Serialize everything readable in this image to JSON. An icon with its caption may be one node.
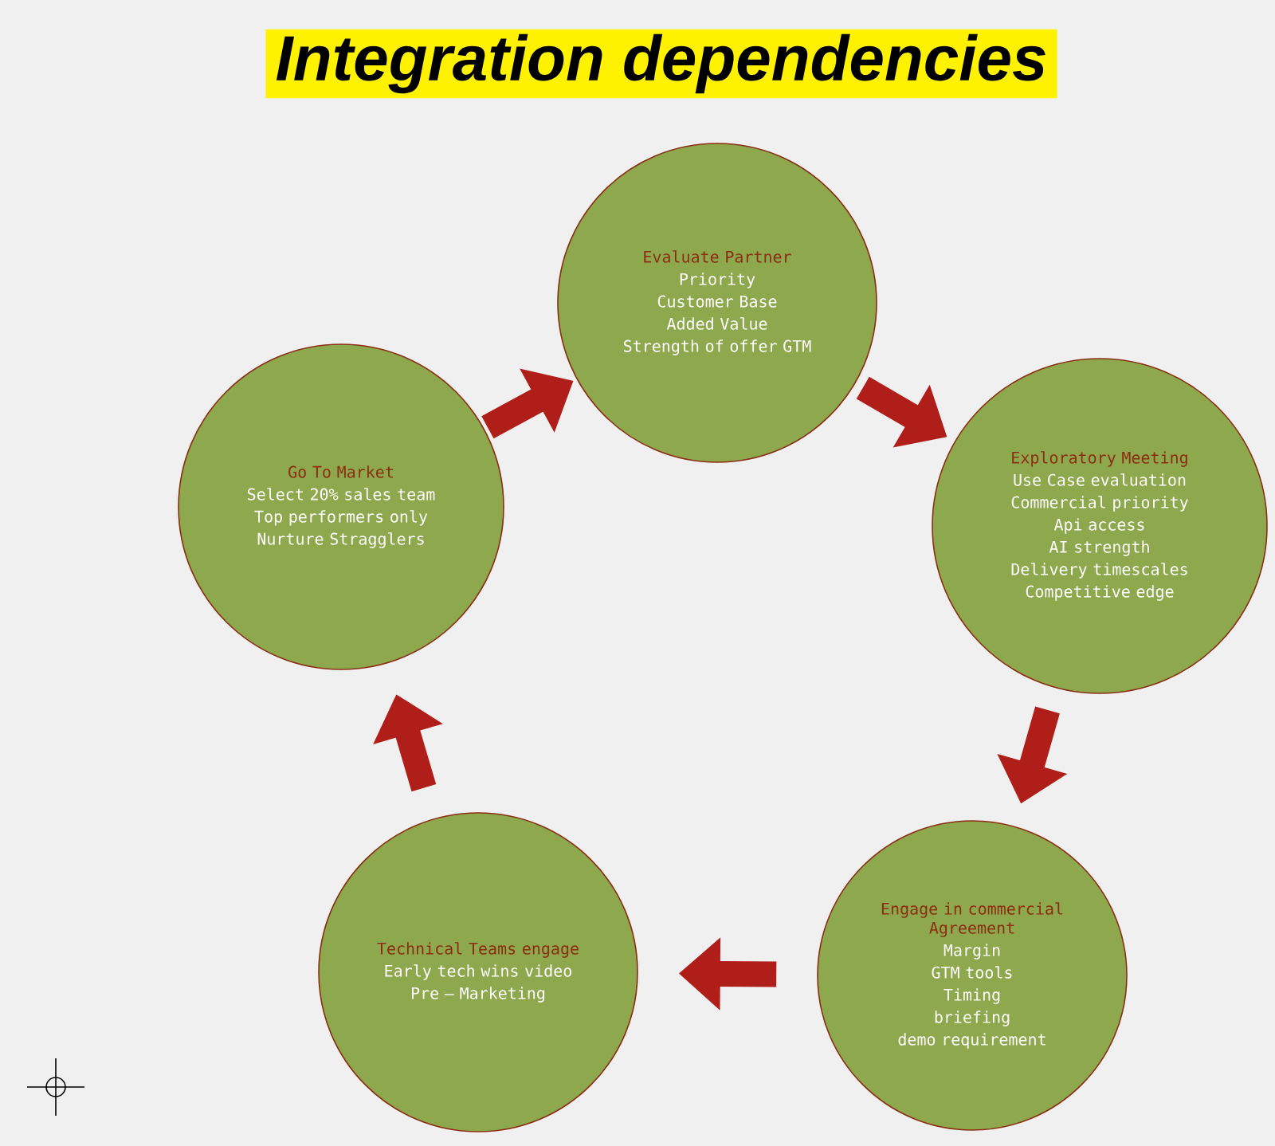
{
  "diagram": {
    "title": "Integration dependencies",
    "nodes": [
      {
        "text": [
          "Evaluate Partner",
          "Priority",
          "Customer Base",
          "Added Value",
          "Strength of offer GTM"
        ]
      },
      {
        "text": [
          "Exploratory Meeting",
          "Use Case evaluation",
          "Commercial priority",
          "Api access",
          "AI strength",
          "Delivery timescales",
          "Competitive edge"
        ]
      },
      {
        "text": [
          "Engage in commercial Agreement",
          "Margin",
          "GTM tools",
          "Timing",
          "briefing",
          "demo requirement"
        ]
      },
      {
        "text": [
          "Technical Teams engage",
          "Early tech wins video",
          "Pre – Marketing"
        ]
      },
      {
        "text": [
          "Go To Market",
          "Select 20% sales team",
          "Top performers only",
          "Nurture Stragglers"
        ]
      }
    ],
    "edges": [
      {
        "from": 0,
        "to": 1,
        "arrow": "to"
      },
      {
        "from": 1,
        "to": 2,
        "arrow": "to"
      },
      {
        "from": 2,
        "to": 3,
        "arrow": "to"
      },
      {
        "from": 3,
        "to": 4,
        "arrow": "to"
      },
      {
        "from": 4,
        "to": 0,
        "arrow": "to"
      }
    ]
  }
}
